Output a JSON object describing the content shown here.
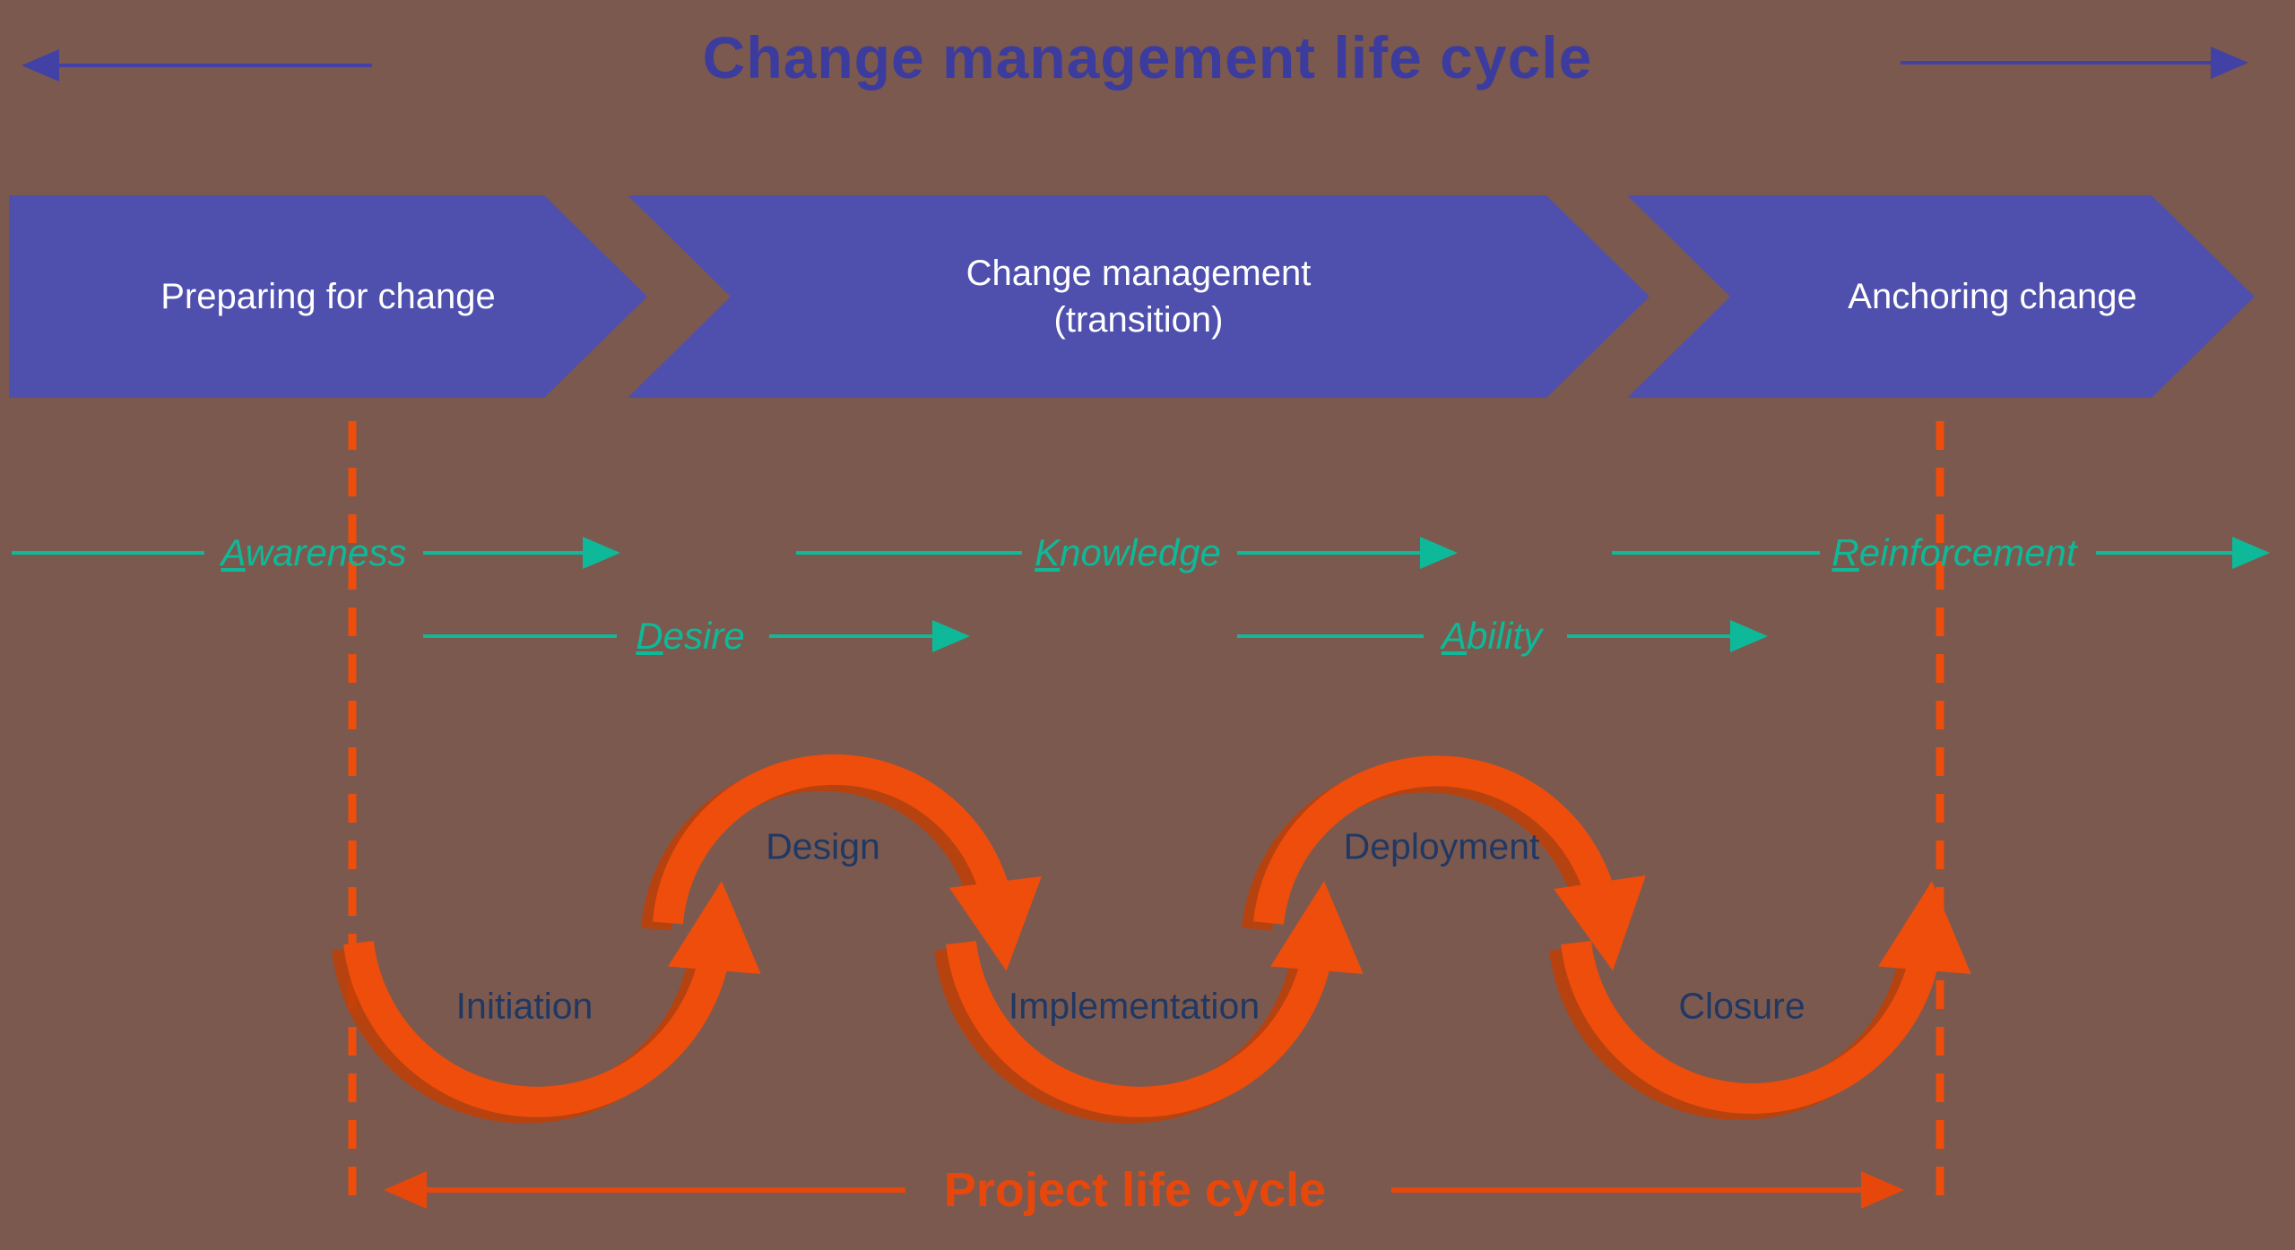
{
  "title": {
    "label": "Change management life cycle"
  },
  "phases": {
    "items": [
      {
        "label": "Preparing for change"
      },
      {
        "label": "Change management\n(transition)"
      },
      {
        "label": "Anchoring change"
      }
    ]
  },
  "adkar": {
    "items": [
      {
        "initial": "A",
        "rest": "wareness"
      },
      {
        "initial": "K",
        "rest": "nowledge"
      },
      {
        "initial": "R",
        "rest": "einforcement"
      },
      {
        "initial": "D",
        "rest": "esire"
      },
      {
        "initial": "A",
        "rest": "bility"
      }
    ]
  },
  "project": {
    "stages": [
      "Initiation",
      "Design",
      "Implementation",
      "Deployment",
      "Closure"
    ],
    "label": "Project life cycle"
  },
  "colors": {
    "background": "#7c594e",
    "phase_fill": "#4f4fae",
    "phase_text": "#ffffff",
    "title_text": "#3c3c9e",
    "adkar_accent": "#0eb999",
    "project_accent": "#ea4a0c",
    "stage_text": "#1f3864"
  }
}
